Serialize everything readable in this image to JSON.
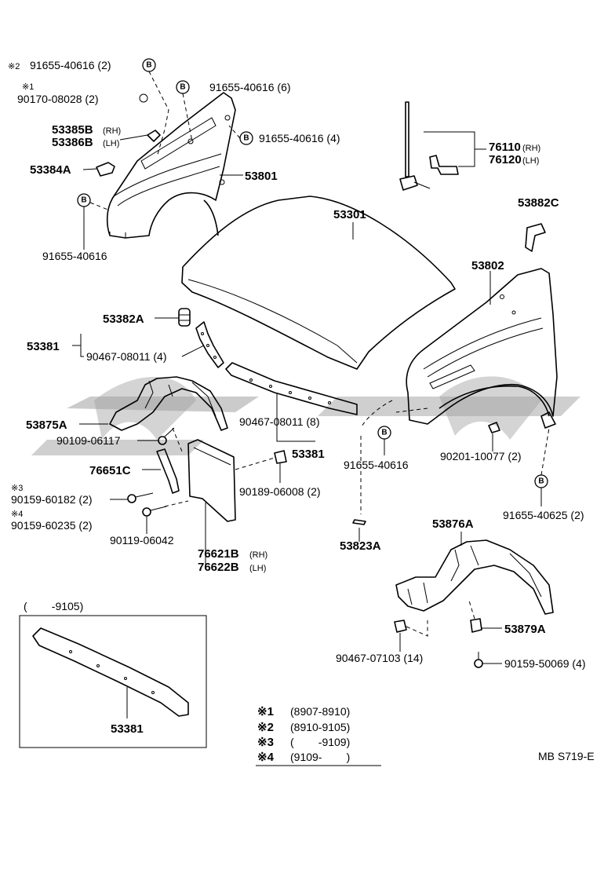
{
  "labels": {
    "l1_mark": "※2",
    "l1": "91655-40616 (2)",
    "l2_mark": "※1",
    "l2": "90170-08028 (2)",
    "l3": "91655-40616 (6)",
    "l4": "53385B",
    "l4_rh": "(RH)",
    "l5": "53386B",
    "l5_lh": "(LH)",
    "l6": "91655-40616 (4)",
    "l7": "53384A",
    "l8": "53801",
    "l9": "91655-40616",
    "l10": "76110",
    "l10_rh": "(RH)",
    "l11": "76120",
    "l11_lh": "(LH)",
    "l12": "53301",
    "l13": "53882C",
    "l14": "53802",
    "l15": "53382A",
    "l16": "53381",
    "l17": "90467-08011 (4)",
    "l18": "53875A",
    "l19": "90109-06117",
    "l20": "90467-08011 (8)",
    "l21": "53381",
    "l22": "76651C",
    "l23": "91655-40616",
    "l24": "90201-10077 (2)",
    "l25_mark": "※3",
    "l25": "90159-60182 (2)",
    "l26": "90189-06008 (2)",
    "l27_mark": "※4",
    "l27": "90159-60235 (2)",
    "l28": "90119-06042",
    "l29": "91655-40625 (2)",
    "l30": "76621B",
    "l30_rh": "(RH)",
    "l31": "76622B",
    "l31_lh": "(LH)",
    "l32": "53823A",
    "l33": "53876A",
    "l34": "53879A",
    "l35": "90467-07103 (14)",
    "l36": "90159-50069 (4)",
    "inset_title": "(        -9105)",
    "inset_part": "53381",
    "footer_ref": "MB S719-E"
  },
  "bolt_marker": "B",
  "legend": [
    {
      "mark": "※1",
      "range": "(8907-8910)"
    },
    {
      "mark": "※2",
      "range": "(8910-9105)"
    },
    {
      "mark": "※3",
      "range": "(        -9109)"
    },
    {
      "mark": "※4",
      "range": "(9109-        )"
    }
  ]
}
